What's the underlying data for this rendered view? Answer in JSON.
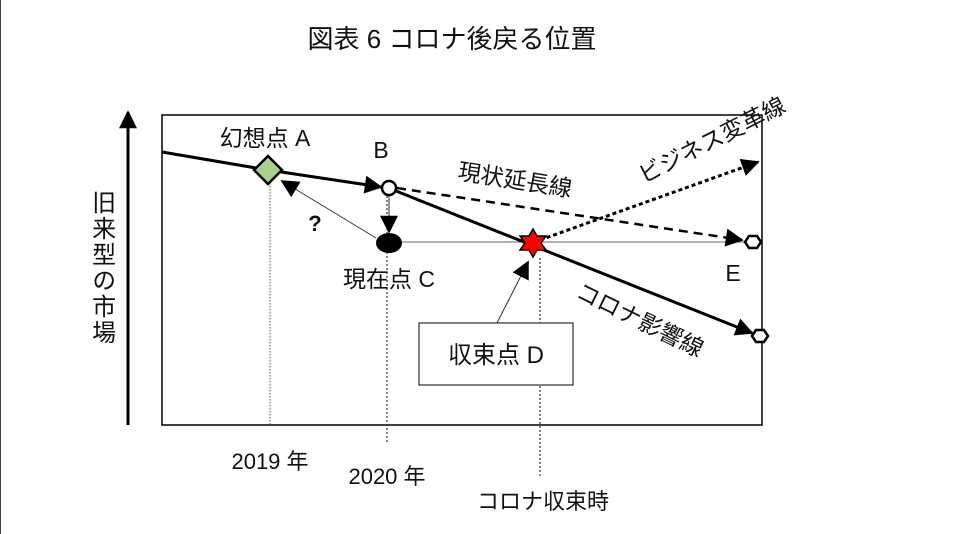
{
  "title": "図表 6 コロナ後戻る位置",
  "y_axis_label": "旧来型の市場",
  "points": {
    "a": "幻想点 A",
    "b": "B",
    "c": "現在点 C",
    "d": "収束点 D",
    "e": "E",
    "question": "?"
  },
  "lines": {
    "status_quo": "現状延長線",
    "business_change": "ビジネス変革線",
    "corona_impact": "コロナ影響線"
  },
  "time_labels": {
    "y2019": "2019 年",
    "y2020": "2020 年",
    "convergence": "コロナ収束時"
  },
  "colors": {
    "point_a": "#a9d18e",
    "point_d": "#ff0000"
  }
}
